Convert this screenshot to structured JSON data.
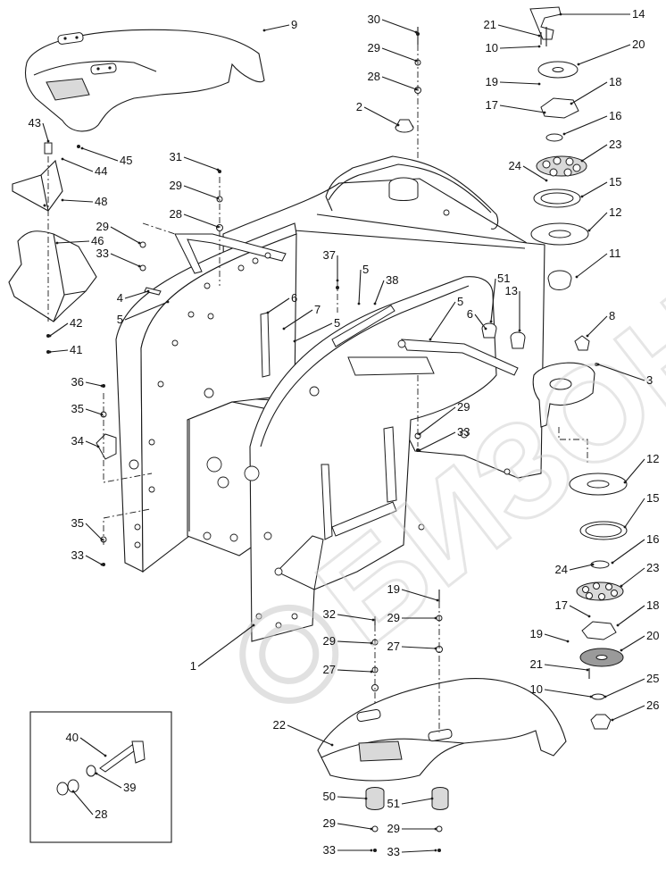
{
  "diagram": {
    "callouts": [
      "9",
      "30",
      "29",
      "28",
      "21",
      "14",
      "10",
      "20",
      "19",
      "18",
      "17",
      "2",
      "16",
      "23",
      "24",
      "15",
      "12",
      "43",
      "45",
      "44",
      "48",
      "31",
      "29",
      "28",
      "46",
      "29",
      "33",
      "37",
      "5",
      "38",
      "51",
      "13",
      "11",
      "6",
      "5",
      "4",
      "5",
      "6",
      "7",
      "5",
      "8",
      "3",
      "42",
      "41",
      "36",
      "35",
      "34",
      "29",
      "33",
      "35",
      "33",
      "12",
      "15",
      "16",
      "24",
      "23",
      "17",
      "18",
      "19",
      "20",
      "21",
      "10",
      "25",
      "26",
      "1",
      "19",
      "32",
      "29",
      "29",
      "27",
      "27",
      "22",
      "40",
      "39",
      "28",
      "50",
      "51",
      "29",
      "29",
      "33",
      "33"
    ]
  },
  "watermark": {
    "text": "БИЗОН"
  }
}
